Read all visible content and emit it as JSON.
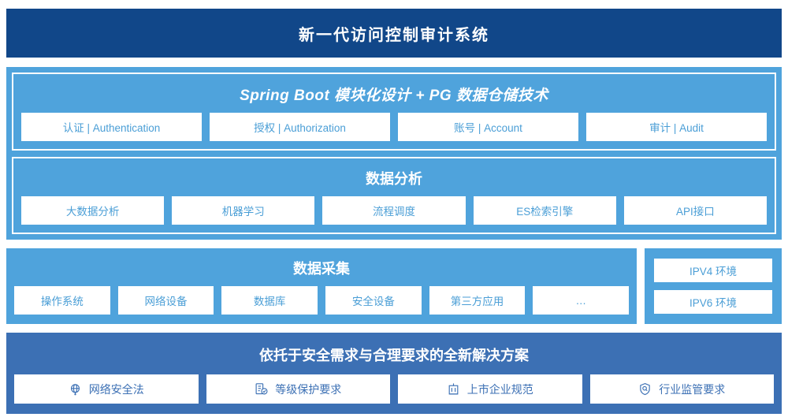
{
  "header": {
    "title": "新一代访问控制审计系统"
  },
  "platform": {
    "heading": "Spring Boot 模块化设计 + PG 数据仓储技术",
    "cards": [
      {
        "label": "认证 | Authentication"
      },
      {
        "label": "授权 | Authorization"
      },
      {
        "label": "账号 | Account"
      },
      {
        "label": "审计 | Audit"
      }
    ]
  },
  "analysis": {
    "heading": "数据分析",
    "cards": [
      {
        "label": "大数据分析"
      },
      {
        "label": "机器学习"
      },
      {
        "label": "流程调度"
      },
      {
        "label": "ES检索引擎"
      },
      {
        "label": "API接口"
      }
    ]
  },
  "collection": {
    "heading": "数据采集",
    "cards": [
      {
        "label": "操作系统"
      },
      {
        "label": "网络设备"
      },
      {
        "label": "数据库"
      },
      {
        "label": "安全设备"
      },
      {
        "label": "第三方应用"
      },
      {
        "label": "…"
      }
    ],
    "environments": [
      {
        "label": "IPV4 环境"
      },
      {
        "label": "IPV6 环境"
      }
    ]
  },
  "solution": {
    "heading": "依托于安全需求与合理要求的全新解决方案",
    "cards": [
      {
        "label": "网络安全法",
        "icon": "globe-icon"
      },
      {
        "label": "等级保护要求",
        "icon": "document-check-icon"
      },
      {
        "label": "上市企业规范",
        "icon": "bank-building-icon"
      },
      {
        "label": "行业监管要求",
        "icon": "shield-search-icon"
      }
    ]
  },
  "colors": {
    "header_navy": "#114789",
    "panel_light_blue": "#4FA3DC",
    "panel_mid_blue": "#3C70B4",
    "card_bg": "#FFFFFF",
    "card_text_light": "#4A9ED6",
    "card_text_mid": "#3C70B4"
  }
}
